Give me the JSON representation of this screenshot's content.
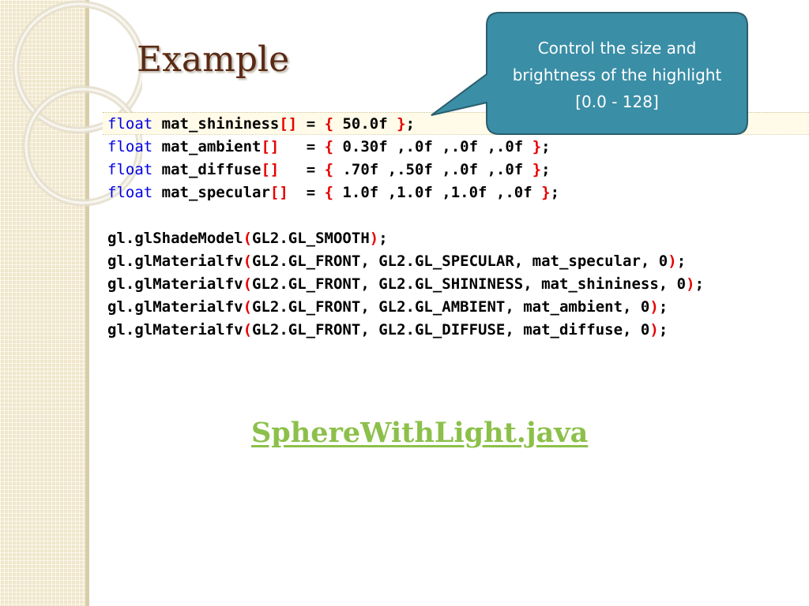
{
  "slide": {
    "title": "Example",
    "link_text": "SphereWithLight.java"
  },
  "callout": {
    "lines": [
      "Control the size and",
      "brightness of the highlight",
      "[0.0 - 128]"
    ],
    "color": "#3a8ea6"
  },
  "code": {
    "lines": [
      [
        {
          "t": "kw",
          "v": "float"
        },
        {
          "t": "tx",
          "v": " mat_shininess"
        },
        {
          "t": "br",
          "v": "[]"
        },
        {
          "t": "tx",
          "v": " = "
        },
        {
          "t": "br",
          "v": "{"
        },
        {
          "t": "tx",
          "v": " 50.0f "
        },
        {
          "t": "br",
          "v": "}"
        },
        {
          "t": "tx",
          "v": ";"
        }
      ],
      [
        {
          "t": "kw",
          "v": "float"
        },
        {
          "t": "tx",
          "v": " mat_ambient"
        },
        {
          "t": "br",
          "v": "[]"
        },
        {
          "t": "tx",
          "v": "   = "
        },
        {
          "t": "br",
          "v": "{"
        },
        {
          "t": "tx",
          "v": " 0.30f ,.0f ,.0f ,.0f "
        },
        {
          "t": "br",
          "v": "}"
        },
        {
          "t": "tx",
          "v": ";"
        }
      ],
      [
        {
          "t": "kw",
          "v": "float"
        },
        {
          "t": "tx",
          "v": " mat_diffuse"
        },
        {
          "t": "br",
          "v": "[]"
        },
        {
          "t": "tx",
          "v": "   = "
        },
        {
          "t": "br",
          "v": "{"
        },
        {
          "t": "tx",
          "v": " .70f ,.50f ,.0f ,.0f "
        },
        {
          "t": "br",
          "v": "}"
        },
        {
          "t": "tx",
          "v": ";"
        }
      ],
      [
        {
          "t": "kw",
          "v": "float"
        },
        {
          "t": "tx",
          "v": " mat_specular"
        },
        {
          "t": "br",
          "v": "[]"
        },
        {
          "t": "tx",
          "v": "  = "
        },
        {
          "t": "br",
          "v": "{"
        },
        {
          "t": "tx",
          "v": " 1.0f ,1.0f ,1.0f ,.0f "
        },
        {
          "t": "br",
          "v": "}"
        },
        {
          "t": "tx",
          "v": ";"
        }
      ],
      [
        {
          "t": "tx",
          "v": ""
        }
      ],
      [
        {
          "t": "tx",
          "v": "gl.glShadeModel"
        },
        {
          "t": "br",
          "v": "("
        },
        {
          "t": "tx",
          "v": "GL2.GL_SMOOTH"
        },
        {
          "t": "br",
          "v": ")"
        },
        {
          "t": "tx",
          "v": ";"
        }
      ],
      [
        {
          "t": "tx",
          "v": "gl.glMaterialfv"
        },
        {
          "t": "br",
          "v": "("
        },
        {
          "t": "tx",
          "v": "GL2.GL_FRONT, GL2.GL_SPECULAR, mat_specular, 0"
        },
        {
          "t": "br",
          "v": ")"
        },
        {
          "t": "tx",
          "v": ";"
        }
      ],
      [
        {
          "t": "tx",
          "v": "gl.glMaterialfv"
        },
        {
          "t": "br",
          "v": "("
        },
        {
          "t": "tx",
          "v": "GL2.GL_FRONT, GL2.GL_SHININESS, mat_shininess, 0"
        },
        {
          "t": "br",
          "v": ")"
        },
        {
          "t": "tx",
          "v": ";"
        }
      ],
      [
        {
          "t": "tx",
          "v": "gl.glMaterialfv"
        },
        {
          "t": "br",
          "v": "("
        },
        {
          "t": "tx",
          "v": "GL2.GL_FRONT, GL2.GL_AMBIENT, mat_ambient, 0"
        },
        {
          "t": "br",
          "v": ")"
        },
        {
          "t": "tx",
          "v": ";"
        }
      ],
      [
        {
          "t": "tx",
          "v": "gl.glMaterialfv"
        },
        {
          "t": "br",
          "v": "("
        },
        {
          "t": "tx",
          "v": "GL2.GL_FRONT, GL2.GL_DIFFUSE, mat_diffuse, 0"
        },
        {
          "t": "br",
          "v": ")"
        },
        {
          "t": "tx",
          "v": ";"
        }
      ]
    ]
  },
  "colors": {
    "title": "#5b2a14",
    "keyword": "#0000e6",
    "bracket": "#e60000",
    "link": "#8cc04a"
  }
}
